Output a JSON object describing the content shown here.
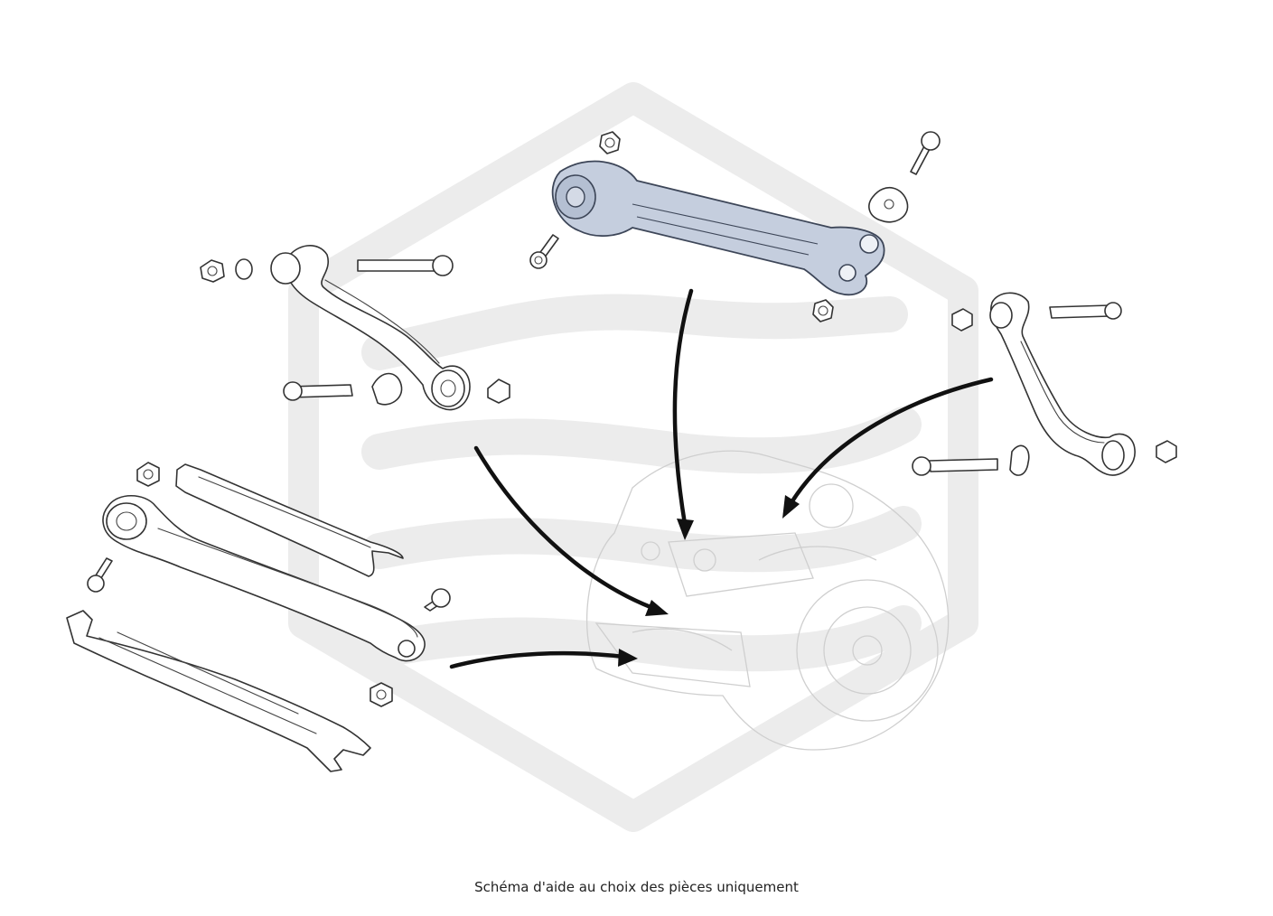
{
  "caption": "Schéma d'aide au choix des pièces uniquement",
  "colors": {
    "watermark": "#ececec",
    "highlight_part_fill": "#c5cede",
    "highlight_part_stroke": "#3d4658",
    "line_art": "#333333",
    "arrows": "#111111"
  },
  "parts": [
    {
      "name": "upper-rear-control-arm",
      "highlighted": true
    },
    {
      "name": "left-curved-camber-arm",
      "highlighted": false
    },
    {
      "name": "right-curved-camber-arm",
      "highlighted": false
    },
    {
      "name": "lower-trailing-arm",
      "highlighted": false
    },
    {
      "name": "lower-arm-cover-plate",
      "highlighted": false
    },
    {
      "name": "lower-arm-splash-shield",
      "highlighted": false
    },
    {
      "name": "wheel-carrier-hub",
      "highlighted": false
    }
  ]
}
